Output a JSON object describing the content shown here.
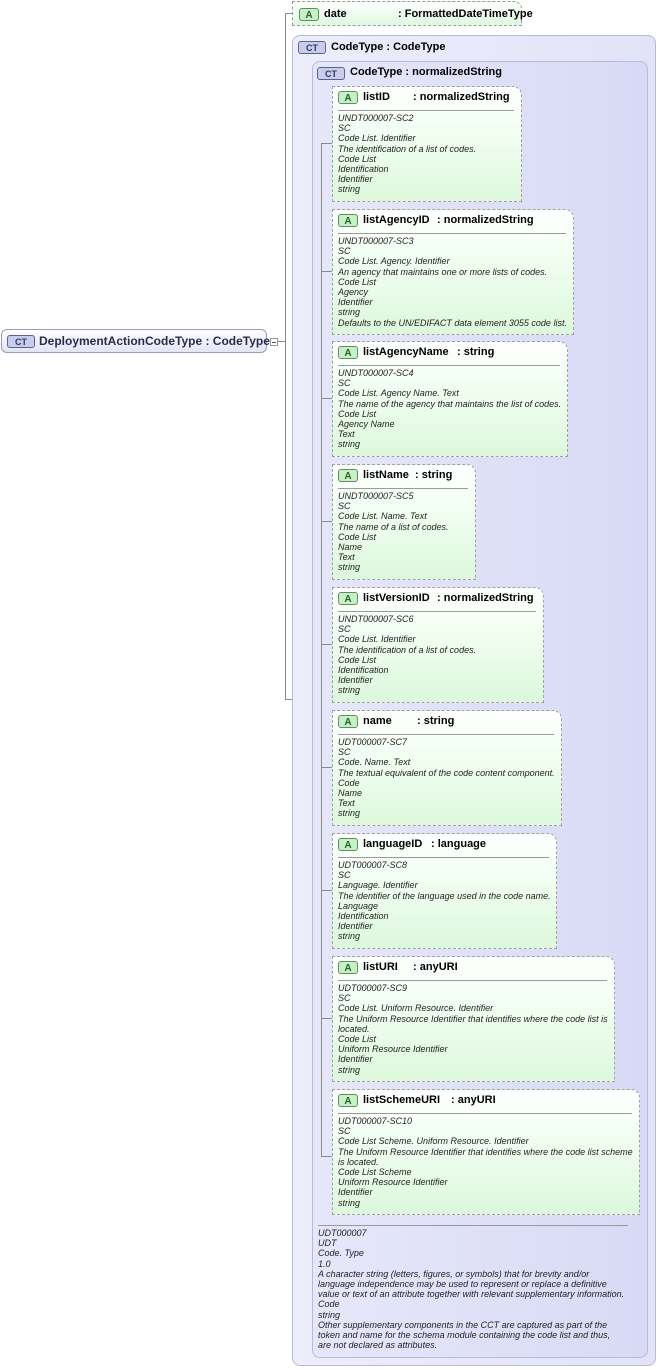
{
  "root": {
    "name": "DeploymentActionCodeType",
    "type": "CodeType",
    "badge": "CT"
  },
  "date_attr": {
    "badge": "A",
    "name": "date",
    "type": "FormattedDateTimeType"
  },
  "outer_ct": {
    "badge": "CT",
    "name": "CodeType",
    "type": "CodeType"
  },
  "inner_ct": {
    "badge": "CT",
    "name": "CodeType",
    "type": "normalizedString"
  },
  "attributes": [
    {
      "badge": "A",
      "name": "listID",
      "type": "normalizedString",
      "doc": [
        "UNDT000007-SC2",
        "SC",
        "Code List. Identifier",
        "The identification of a list of codes.",
        "Code List",
        "Identification",
        "Identifier",
        "string"
      ]
    },
    {
      "badge": "A",
      "name": "listAgencyID",
      "type": "normalizedString",
      "doc": [
        "UNDT000007-SC3",
        "SC",
        "Code List. Agency. Identifier",
        "An agency that maintains one or more lists of codes.",
        "Code List",
        "Agency",
        "Identifier",
        "string",
        "Defaults to the UN/EDIFACT data element 3055 code list."
      ]
    },
    {
      "badge": "A",
      "name": "listAgencyName",
      "type": "string",
      "doc": [
        "UNDT000007-SC4",
        "SC",
        "Code List. Agency Name. Text",
        "The name of the agency that maintains the list of codes.",
        "Code List",
        "Agency Name",
        "Text",
        "string"
      ]
    },
    {
      "badge": "A",
      "name": "listName",
      "type": "string",
      "doc": [
        "UNDT000007-SC5",
        "SC",
        "Code List. Name. Text",
        "The name of a list of codes.",
        "Code List",
        "Name",
        "Text",
        "string"
      ]
    },
    {
      "badge": "A",
      "name": "listVersionID",
      "type": "normalizedString",
      "doc": [
        "UNDT000007-SC6",
        "SC",
        "Code List. Identifier",
        "The identification of a list of codes.",
        "Code List",
        "Identification",
        "Identifier",
        "string"
      ]
    },
    {
      "badge": "A",
      "name": "name",
      "type": "string",
      "doc": [
        "UDT000007-SC7",
        "SC",
        "Code. Name. Text",
        "The textual equivalent of the code content component.",
        "Code",
        "Name",
        "Text",
        "string"
      ]
    },
    {
      "badge": "A",
      "name": "languageID",
      "type": "language",
      "doc": [
        "UDT000007-SC8",
        "SC",
        "Language. Identifier",
        "The identifier of the language used in the code name.",
        "Language",
        "Identification",
        "Identifier",
        "string"
      ]
    },
    {
      "badge": "A",
      "name": "listURI",
      "type": "anyURI",
      "doc": [
        "UDT000007-SC9",
        "SC",
        "Code List. Uniform Resource. Identifier",
        "The Uniform Resource Identifier that identifies where the code list is",
        "located.",
        "Code List",
        "Uniform Resource Identifier",
        "Identifier",
        "string"
      ]
    },
    {
      "badge": "A",
      "name": "listSchemeURI",
      "type": "anyURI",
      "doc": [
        "UDT000007-SC10",
        "SC",
        "Code List Scheme. Uniform Resource. Identifier",
        "The Uniform Resource Identifier that identifies where the code list scheme",
        "is located.",
        "Code List Scheme",
        "Uniform Resource Identifier",
        "Identifier",
        "string"
      ]
    }
  ],
  "footer_doc": [
    "UDT000007",
    "UDT",
    "Code. Type",
    "1.0",
    "A character string (letters, figures, or symbols) that for brevity and/or",
    "language independence may be used to represent or replace a definitive",
    "value or text of an attribute together with relevant supplementary information.",
    "Code",
    "string",
    "Other supplementary components in the CCT are captured as part of the",
    "token and name for the schema module containing the code list and thus,",
    "are not declared as attributes."
  ]
}
